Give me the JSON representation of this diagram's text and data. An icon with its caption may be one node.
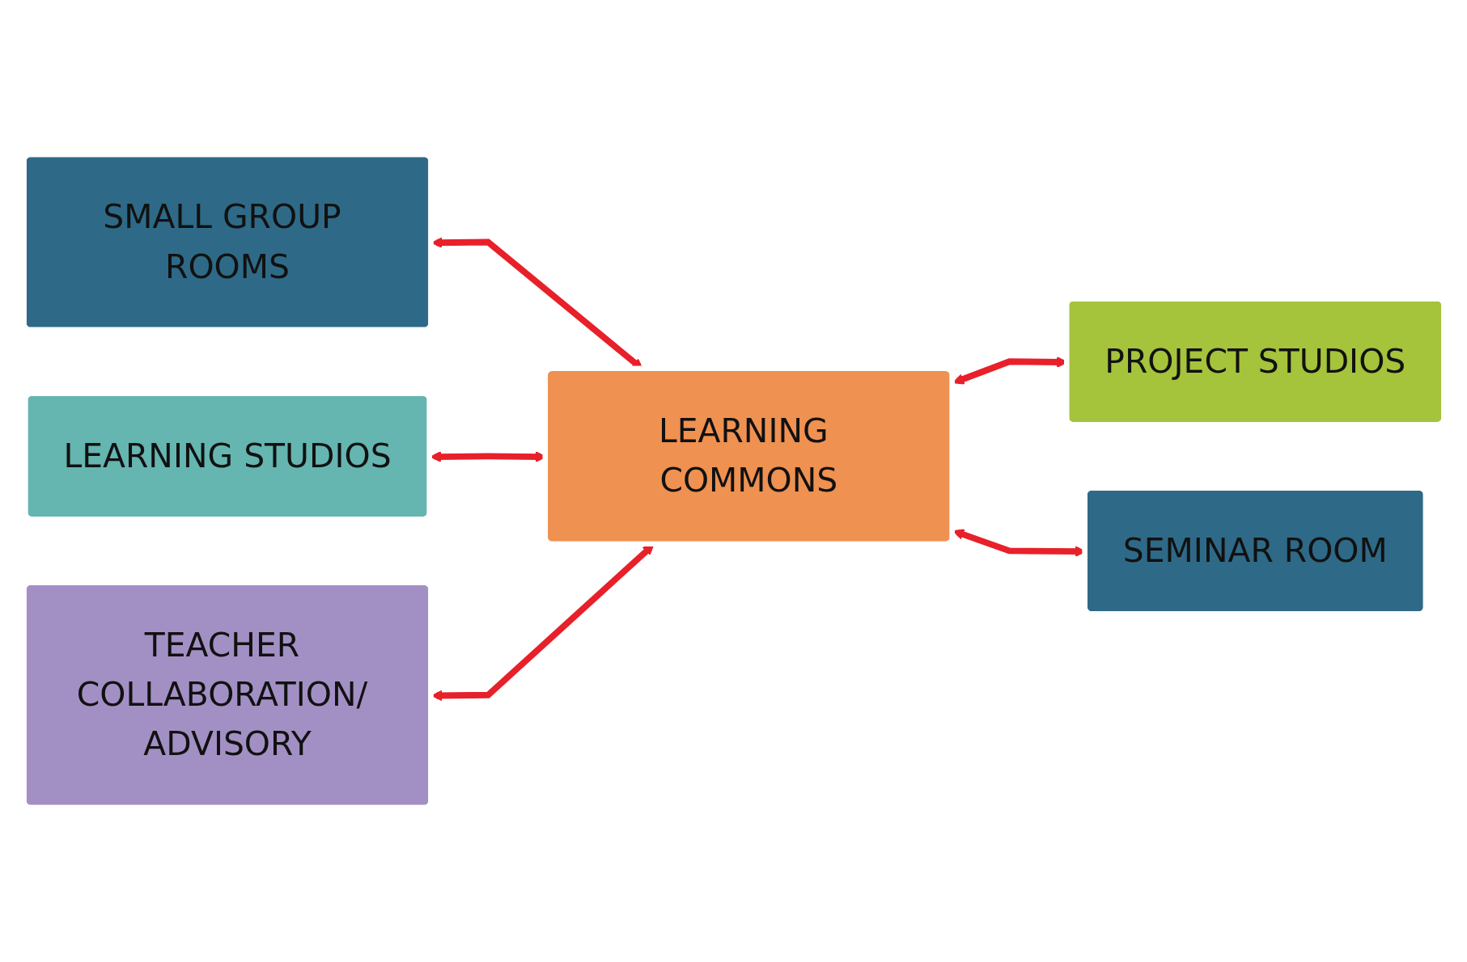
{
  "diagram": {
    "nodes": [
      {
        "text": [
          "SMALL GROUP ROOMS"
        ]
      },
      {
        "text": [
          "LEARNING STUDIOS"
        ]
      },
      {
        "text": [
          "LEARNING COMMONS"
        ]
      },
      {
        "text": [
          "PROJECT STUDIOS"
        ]
      },
      {
        "text": [
          "TEACHER COLLABORATION/ ADVISORY"
        ]
      },
      {
        "text": [
          "SEMINAR ROOM"
        ]
      }
    ],
    "edges": [
      {
        "from": 0,
        "to": 2,
        "arrow": "both"
      },
      {
        "from": 1,
        "to": 2,
        "arrow": "both"
      },
      {
        "from": 2,
        "to": 3,
        "arrow": "both"
      },
      {
        "from": 4,
        "to": 2,
        "arrow": "both"
      },
      {
        "from": 2,
        "to": 5,
        "arrow": "both"
      }
    ]
  }
}
